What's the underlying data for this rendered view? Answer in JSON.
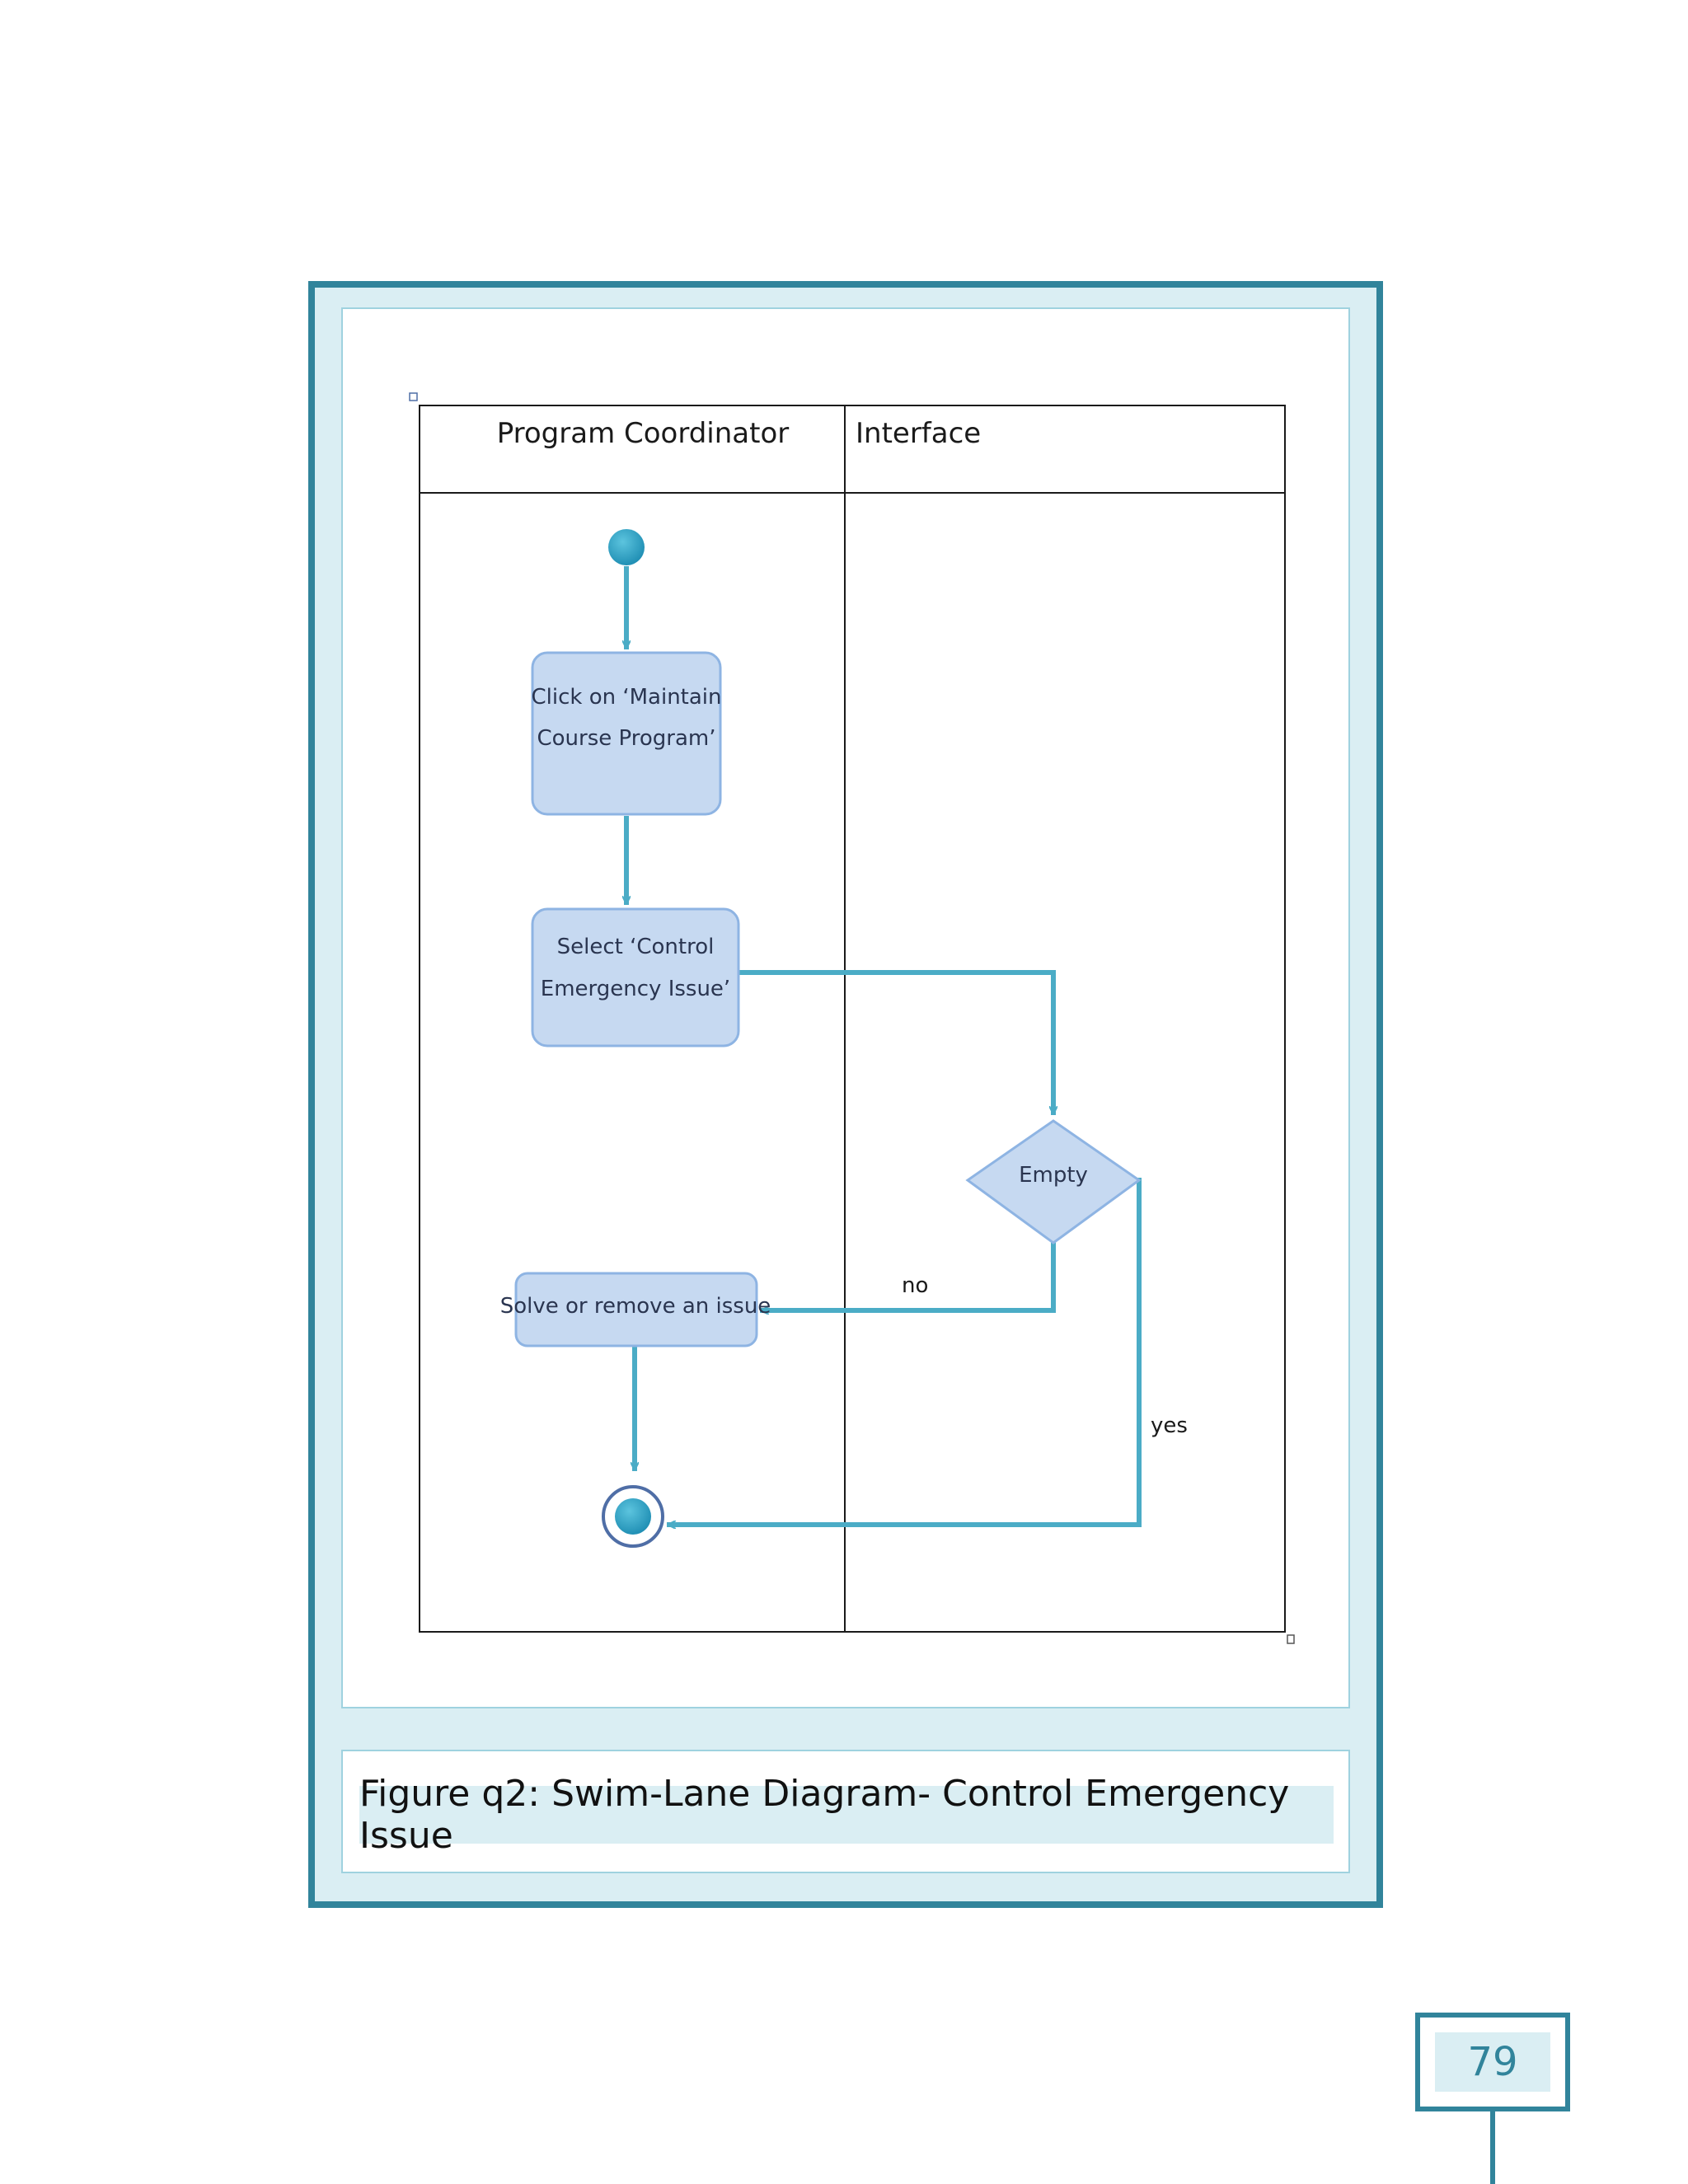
{
  "diagram": {
    "lanes": [
      {
        "id": "coordinator",
        "title": "Program Coordinator"
      },
      {
        "id": "interface",
        "title": "Interface"
      }
    ],
    "nodes": [
      {
        "id": "start",
        "type": "initial"
      },
      {
        "id": "click-maintain",
        "type": "action",
        "lines": [
          "Click on ‘Maintain",
          "Course Program’"
        ]
      },
      {
        "id": "select-control",
        "type": "action",
        "lines": [
          "Select ‘Control",
          "Emergency Issue’"
        ]
      },
      {
        "id": "empty",
        "type": "decision",
        "label": "Empty"
      },
      {
        "id": "solve-remove",
        "type": "action",
        "lines": [
          "Solve or remove an issue"
        ]
      },
      {
        "id": "end",
        "type": "final"
      }
    ],
    "edges": [
      {
        "from": "start",
        "to": "click-maintain",
        "label": ""
      },
      {
        "from": "click-maintain",
        "to": "select-control",
        "label": ""
      },
      {
        "from": "select-control",
        "to": "empty",
        "label": ""
      },
      {
        "from": "empty",
        "to": "solve-remove",
        "label": "no"
      },
      {
        "from": "empty",
        "to": "end",
        "label": "yes"
      },
      {
        "from": "solve-remove",
        "to": "end",
        "label": ""
      }
    ],
    "colors": {
      "node_fill": "#c6d9f1",
      "node_stroke": "#8eb4e3",
      "arrow": "#4bacc6",
      "initial": "#2c9fc1"
    }
  },
  "caption": "Figure q2: Swim-Lane Diagram- Control Emergency Issue",
  "page_number": "79"
}
